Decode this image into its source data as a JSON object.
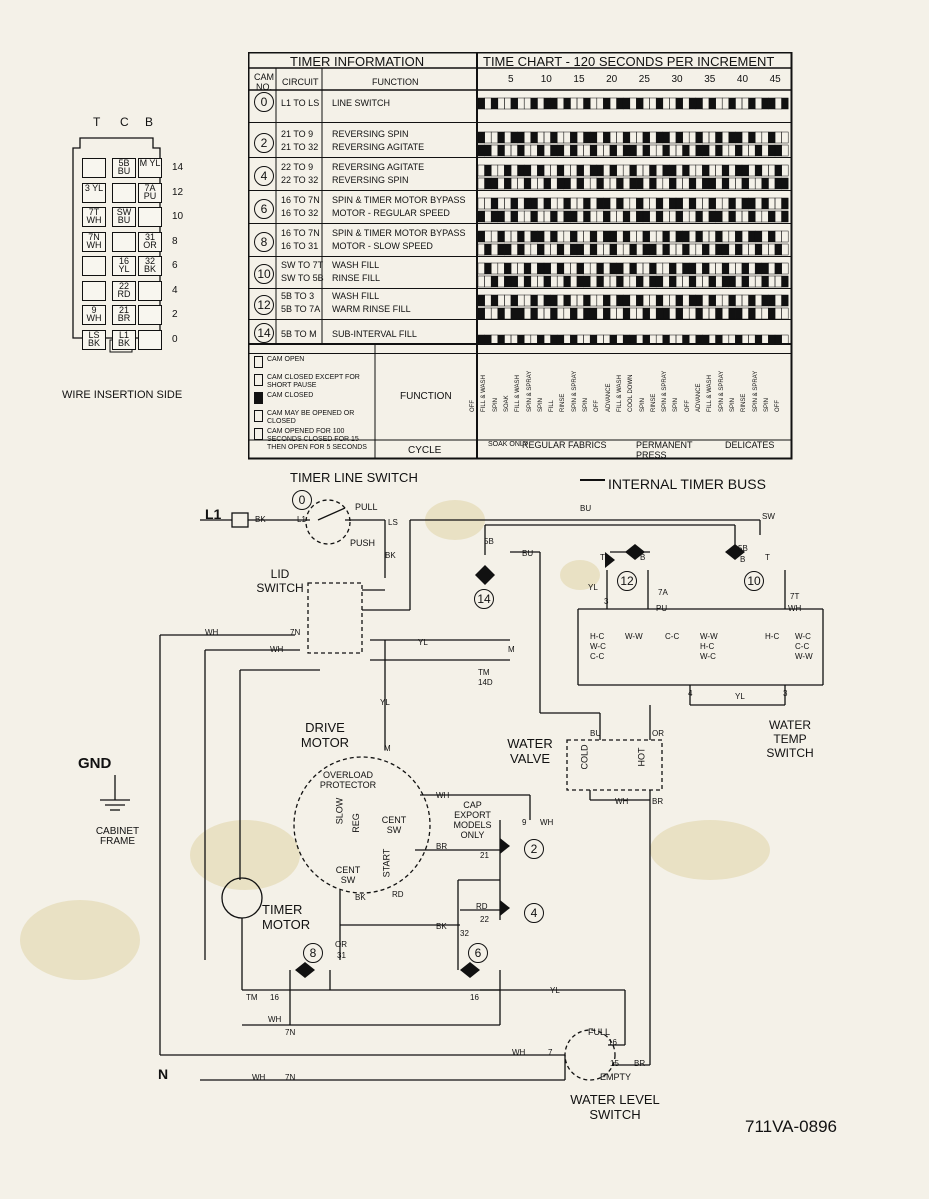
{
  "document": {
    "part_number": "711VA-0896",
    "internal_timer_buss": "INTERNAL TIMER BUSS"
  },
  "connector": {
    "columns": [
      "T",
      "C",
      "B"
    ],
    "rows": [
      "14",
      "12",
      "10",
      "8",
      "6",
      "4",
      "2",
      "0"
    ],
    "cells": [
      {
        "t": "",
        "c": "5B BU",
        "b": "M YL"
      },
      {
        "t": "3 YL",
        "c": "",
        "b": "7A PU"
      },
      {
        "t": "7T WH",
        "c": "SW BU",
        "b": ""
      },
      {
        "t": "7N WH",
        "c": "",
        "b": "31 OR"
      },
      {
        "t": "",
        "c": "16 YL",
        "b": "32 BK"
      },
      {
        "t": "",
        "c": "22 RD",
        "b": ""
      },
      {
        "t": "9 WH",
        "c": "21 BR",
        "b": ""
      },
      {
        "t": "LS BK",
        "c": "L1 BK",
        "b": ""
      }
    ],
    "caption": "WIRE INSERTION SIDE"
  },
  "timer_table": {
    "title_left": "TIMER INFORMATION",
    "title_right": "TIME CHART - 120 SECONDS PER INCREMENT",
    "col_cam": "CAM NO.",
    "col_circuit": "CIRCUIT",
    "col_function": "FUNCTION",
    "ticks": [
      "5",
      "10",
      "15",
      "20",
      "25",
      "30",
      "35",
      "40",
      "45"
    ],
    "cams": [
      {
        "no": "0",
        "rows": [
          {
            "circuit": "L1 TO LS",
            "function": "LINE SWITCH"
          }
        ]
      },
      {
        "no": "2",
        "rows": [
          {
            "circuit": "21 TO 9",
            "function": "REVERSING SPIN"
          },
          {
            "circuit": "21 TO 32",
            "function": "REVERSING AGITATE"
          }
        ]
      },
      {
        "no": "4",
        "rows": [
          {
            "circuit": "22 TO 9",
            "function": "REVERSING AGITATE"
          },
          {
            "circuit": "22 TO 32",
            "function": "REVERSING SPIN"
          }
        ]
      },
      {
        "no": "6",
        "rows": [
          {
            "circuit": "16 TO 7N",
            "function": "SPIN & TIMER MOTOR BYPASS"
          },
          {
            "circuit": "16 TO 32",
            "function": "MOTOR - REGULAR SPEED"
          }
        ]
      },
      {
        "no": "8",
        "rows": [
          {
            "circuit": "16 TO 7N",
            "function": "SPIN & TIMER MOTOR BYPASS"
          },
          {
            "circuit": "16 TO 31",
            "function": "MOTOR - SLOW SPEED"
          }
        ]
      },
      {
        "no": "10",
        "rows": [
          {
            "circuit": "SW TO 7T",
            "function": "WASH FILL"
          },
          {
            "circuit": "SW TO 5B",
            "function": "RINSE FILL"
          }
        ]
      },
      {
        "no": "12",
        "rows": [
          {
            "circuit": "5B TO 3",
            "function": "WASH FILL"
          },
          {
            "circuit": "5B TO 7A",
            "function": "WARM RINSE FILL"
          }
        ]
      },
      {
        "no": "14",
        "rows": [
          {
            "circuit": "5B TO M",
            "function": "SUB-INTERVAL FILL"
          }
        ]
      }
    ],
    "legend": [
      {
        "icon": "cam-open-icon",
        "label": "CAM OPEN"
      },
      {
        "icon": "cam-short-pause-icon",
        "label": "CAM CLOSED EXCEPT FOR SHORT PAUSE"
      },
      {
        "icon": "cam-closed-icon",
        "label": "CAM CLOSED"
      },
      {
        "icon": "cam-may-icon",
        "label": "CAM MAY BE OPENED OR CLOSED"
      },
      {
        "icon": "cam-100s-icon",
        "label": "CAM OPENED FOR 100 SECONDS CLOSED FOR 15 THEN OPEN FOR 5 SECONDS"
      }
    ],
    "footer_function": "FUNCTION",
    "footer_cycle": "CYCLE",
    "cycles": [
      "SOAK ONLY",
      "REGULAR FABRICS",
      "PERMANENT PRESS",
      "DELICATES"
    ],
    "step_labels": [
      "OFF",
      "FILL & WASH",
      "SPIN",
      "SOAK",
      "FILL & WASH",
      "SPIN & SPRAY",
      "SPIN",
      "FILL",
      "RINSE",
      "SPIN & SPRAY",
      "SPIN",
      "OFF",
      "ADVANCE",
      "FILL & WASH",
      "COOL DOWN",
      "SPIN",
      "RINSE",
      "SPIN & SPRAY",
      "SPIN",
      "OFF",
      "ADVANCE",
      "FILL & WASH",
      "SPIN & SPRAY",
      "SPIN",
      "RINSE",
      "SPIN & SPRAY",
      "SPIN",
      "OFF"
    ]
  },
  "schematic": {
    "timer_line_switch": "TIMER LINE SWITCH",
    "lid_switch": "LID SWITCH",
    "drive_motor": "DRIVE MOTOR",
    "overload_protector": "OVERLOAD PROTECTOR",
    "water_valve": "WATER VALVE",
    "water_temp_switch": "WATER TEMP SWITCH",
    "timer_motor": "TIMER MOTOR",
    "water_level_switch": "WATER LEVEL SWITCH",
    "gnd": "GND",
    "cabinet_frame": "CABINET FRAME",
    "cap_export": "CAP EXPORT MODELS ONLY",
    "l1": "L1",
    "n": "N",
    "pull": "PULL",
    "push": "PUSH",
    "full": "FULL",
    "empty": "EMPTY",
    "cold": "COLD",
    "hot": "HOT",
    "slow": "SLOW",
    "reg": "REG",
    "start": "START",
    "cent_sw": "CENT SW",
    "temp_positions": [
      "H-C W-C C-C",
      "W-W",
      "C-C",
      "W-W H-C W-C",
      "H-C",
      "W-C C-C W-W"
    ],
    "wire_labels": [
      "BK",
      "L1",
      "LS",
      "BK",
      "SW",
      "BU",
      "5B",
      "BU",
      "YL",
      "3",
      "T",
      "B",
      "7A",
      "PU",
      "5B",
      "B",
      "T",
      "7T",
      "WH",
      "M",
      "YL",
      "7N",
      "WH",
      "WH",
      "TM",
      "14D",
      "M",
      "YL",
      "4",
      "YL",
      "3",
      "BU",
      "OR",
      "WH",
      "BR",
      "WH",
      "9",
      "WH",
      "BR",
      "21",
      "RD",
      "22",
      "BK",
      "32",
      "OR",
      "31",
      "BK",
      "RD",
      "TM",
      "16",
      "WH",
      "7N",
      "16",
      "YL",
      "WH",
      "7",
      "16",
      "15",
      "BR",
      "WH",
      "7N"
    ]
  }
}
